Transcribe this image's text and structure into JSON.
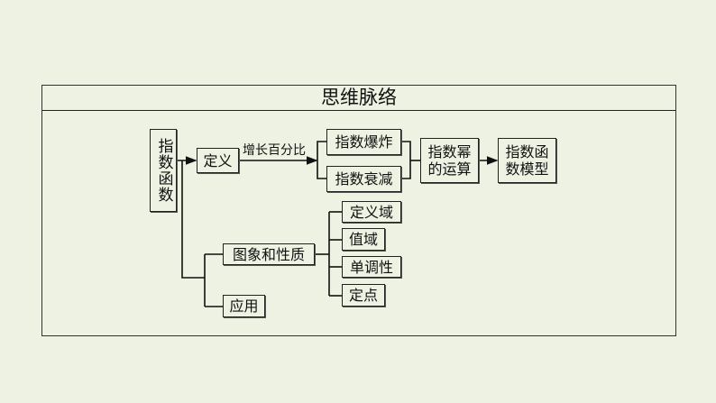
{
  "title": "思维脉络",
  "nodes": {
    "root": "指数函数",
    "definition": "定义",
    "growth_label": "增长百分比",
    "explosion": "指数爆炸",
    "decay": "指数衰减",
    "power_ops": "指数幂的运算",
    "model": "指数函数模型",
    "graph_props": "图象和性质",
    "application": "应用",
    "domain": "定义域",
    "range": "值域",
    "monotonicity": "单调性",
    "fixed_point": "定点"
  }
}
